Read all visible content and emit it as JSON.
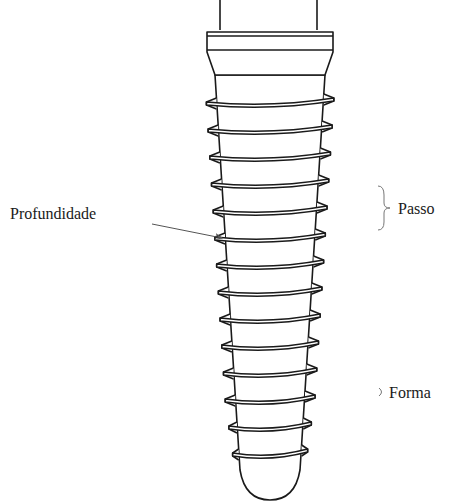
{
  "diagram": {
    "labels": [
      "Passo",
      "Profundidade",
      "Forma"
    ]
  }
}
